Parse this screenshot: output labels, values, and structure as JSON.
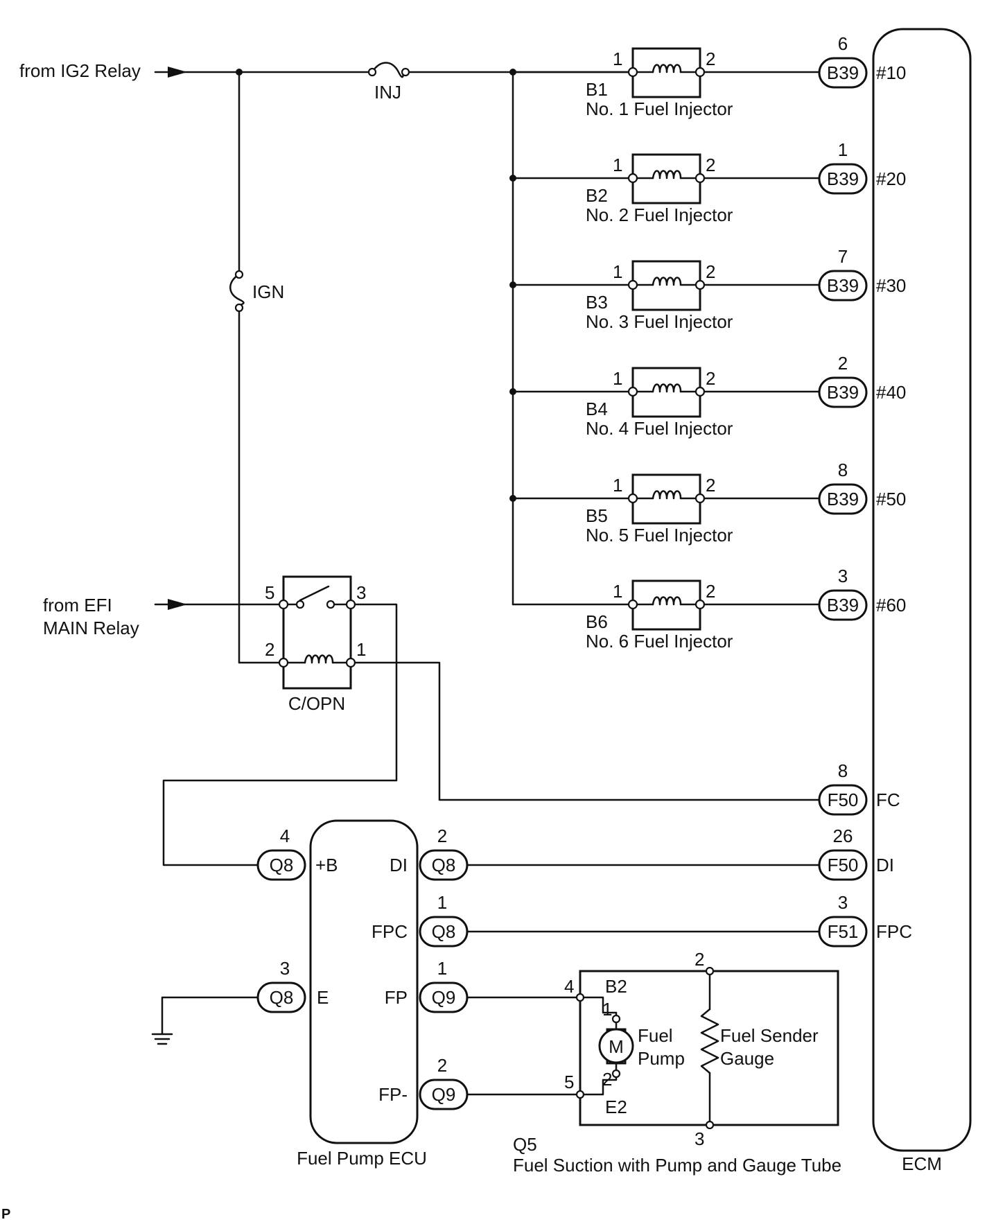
{
  "sources": {
    "ig2": "from IG2 Relay",
    "efi_line1": "from EFI",
    "efi_line2": "MAIN Relay"
  },
  "fuses": {
    "inj": "INJ",
    "ign": "IGN"
  },
  "injectors": [
    {
      "id": "B1",
      "name": "No. 1 Fuel Injector",
      "pin_in": "1",
      "pin_out": "2",
      "conn": "B39",
      "conn_pin": "6",
      "ecm": "#10"
    },
    {
      "id": "B2",
      "name": "No. 2 Fuel Injector",
      "pin_in": "1",
      "pin_out": "2",
      "conn": "B39",
      "conn_pin": "1",
      "ecm": "#20"
    },
    {
      "id": "B3",
      "name": "No. 3 Fuel Injector",
      "pin_in": "1",
      "pin_out": "2",
      "conn": "B39",
      "conn_pin": "7",
      "ecm": "#30"
    },
    {
      "id": "B4",
      "name": "No. 4 Fuel Injector",
      "pin_in": "1",
      "pin_out": "2",
      "conn": "B39",
      "conn_pin": "2",
      "ecm": "#40"
    },
    {
      "id": "B5",
      "name": "No. 5 Fuel Injector",
      "pin_in": "1",
      "pin_out": "2",
      "conn": "B39",
      "conn_pin": "8",
      "ecm": "#50"
    },
    {
      "id": "B6",
      "name": "No. 6 Fuel Injector",
      "pin_in": "1",
      "pin_out": "2",
      "conn": "B39",
      "conn_pin": "3",
      "ecm": "#60"
    }
  ],
  "relay": {
    "name": "C/OPN",
    "pins": [
      "5",
      "3",
      "2",
      "1"
    ]
  },
  "ecm": {
    "label": "ECM",
    "fc": {
      "conn": "F50",
      "pin": "8",
      "label": "FC"
    },
    "di": {
      "conn": "F50",
      "pin": "26",
      "label": "DI"
    },
    "fpc": {
      "conn": "F51",
      "pin": "3",
      "label": "FPC"
    }
  },
  "fuel_pump_ecu": {
    "label": "Fuel Pump ECU",
    "b": {
      "conn": "Q8",
      "pin": "4",
      "label": "+B"
    },
    "e": {
      "conn": "Q8",
      "pin": "3",
      "label": "E"
    },
    "di": {
      "conn": "Q8",
      "pin": "2",
      "label": "DI"
    },
    "fpc": {
      "conn": "Q8",
      "pin": "1",
      "label": "FPC"
    },
    "fp": {
      "conn": "Q9",
      "pin": "1",
      "label": "FP"
    },
    "fpm": {
      "conn": "Q9",
      "pin": "2",
      "label": "FP-"
    }
  },
  "pump_assy": {
    "id": "Q5",
    "name": "Fuel Suction with Pump and Gauge Tube",
    "pin4": "4",
    "pin5": "5",
    "pin2": "2",
    "pin3": "3",
    "b2": "B2",
    "e2": "E2",
    "m1": "1",
    "m2": "2",
    "motor": "M",
    "pump_line1": "Fuel",
    "pump_line2": "Pump",
    "gauge_line1": "Fuel Sender",
    "gauge_line2": "Gauge"
  },
  "corner_mark": "P"
}
